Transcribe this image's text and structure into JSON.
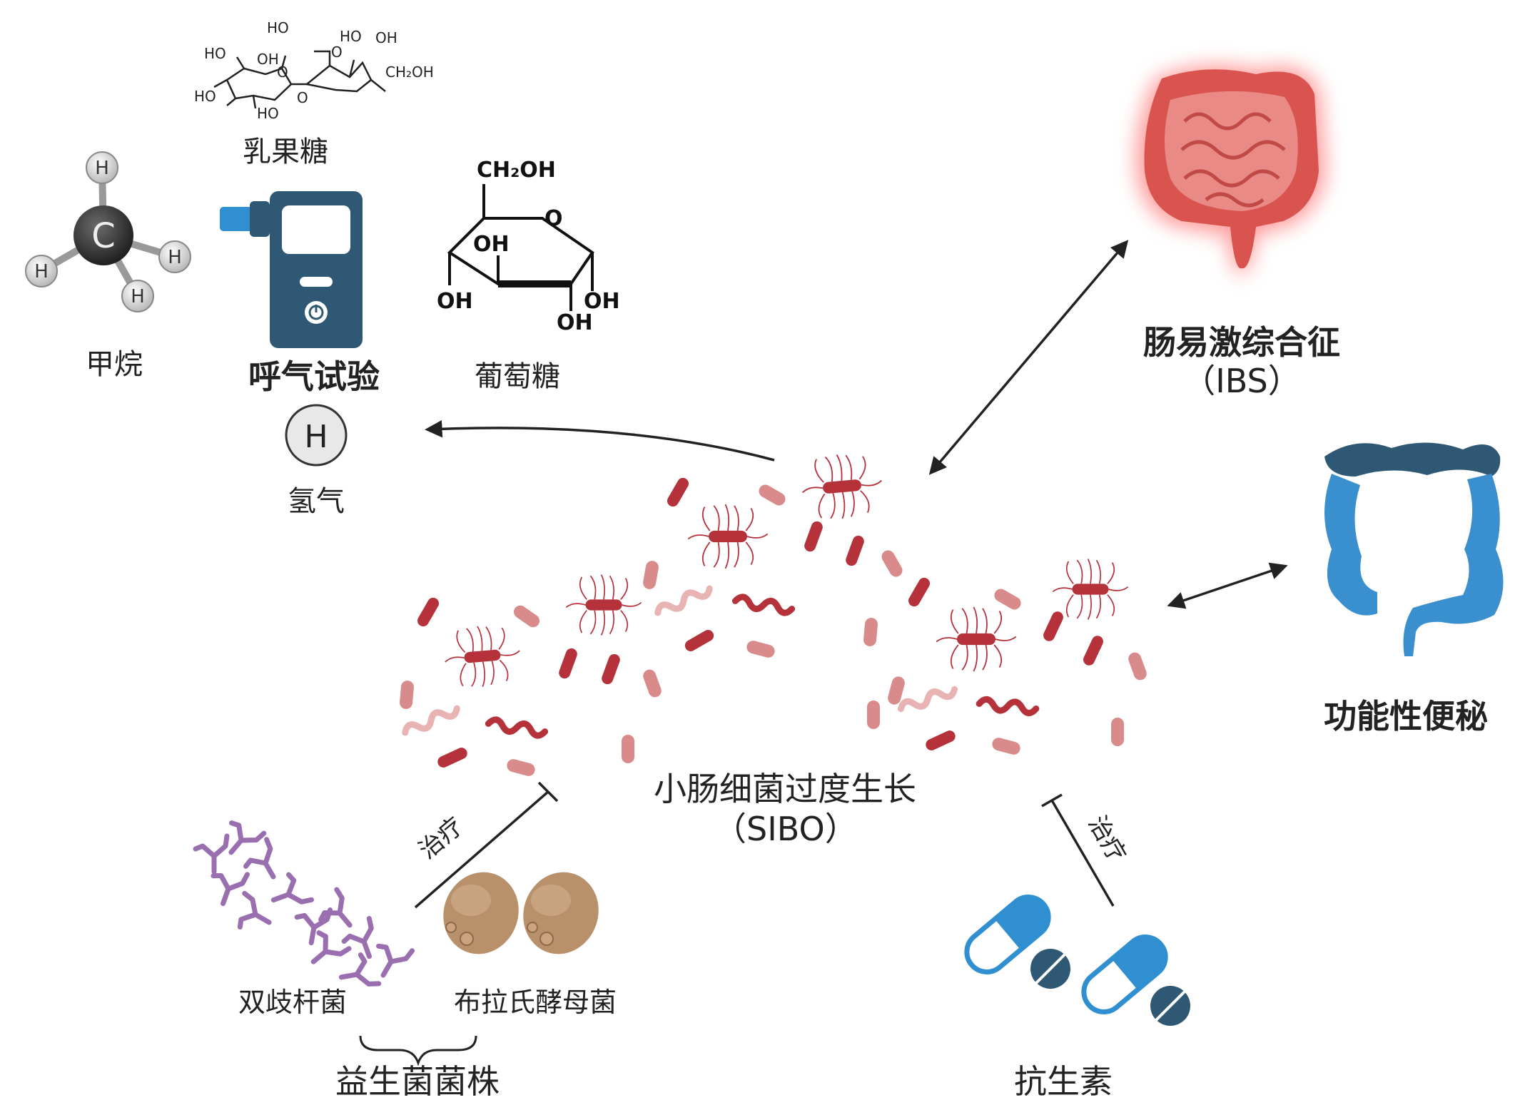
{
  "labels": {
    "lactulose": "乳果糖",
    "methane": "甲烷",
    "breath_test": "呼气试验",
    "glucose": "葡萄糖",
    "hydrogen": "氢气",
    "ibs_line1": "肠易激综合征",
    "ibs_line2": "（IBS）",
    "functional_constipation": "功能性便秘",
    "sibo_line1": "小肠细菌过度生长",
    "sibo_line2": "（SIBO）",
    "treatment_left": "治疗",
    "treatment_right": "治疗",
    "bifidobacterium": "双歧杆菌",
    "saccharomyces_boulardii": "布拉氏酵母菌",
    "probiotic_strains": "益生菌菌株",
    "antibiotics": "抗生素"
  },
  "atoms": {
    "carbon": "C",
    "hydrogen": "H",
    "h2_symbol": "H"
  },
  "chem": {
    "lactulose_groups": [
      "HO",
      "HO",
      "OH",
      "HO",
      "HO",
      "O",
      "O",
      "HO",
      "OH",
      "CH₂OH",
      "O"
    ],
    "glucose_groups": [
      "CH₂OH",
      "O",
      "OH",
      "OH",
      "OH",
      "OH"
    ]
  },
  "colors": {
    "ibs_intestine": "#d9534f",
    "colon_blue": "#3a8fcf",
    "colon_dark": "#2e5873",
    "bacteria_dark": "#b5323a",
    "bacteria_light": "#d98a8a",
    "pill_blue": "#2f8fd0",
    "pill_dark": "#2e5873",
    "device": "#2e5873",
    "bifido": "#9a6fb0",
    "yeast": "#b8906a"
  },
  "icons": [
    "methane-molecule-icon",
    "breath-test-device-icon",
    "hydrogen-atom-icon",
    "intestine-icon",
    "colon-icon",
    "bacteria-cluster-icon",
    "bifidobacterium-icon",
    "yeast-icon",
    "pill-icon"
  ]
}
